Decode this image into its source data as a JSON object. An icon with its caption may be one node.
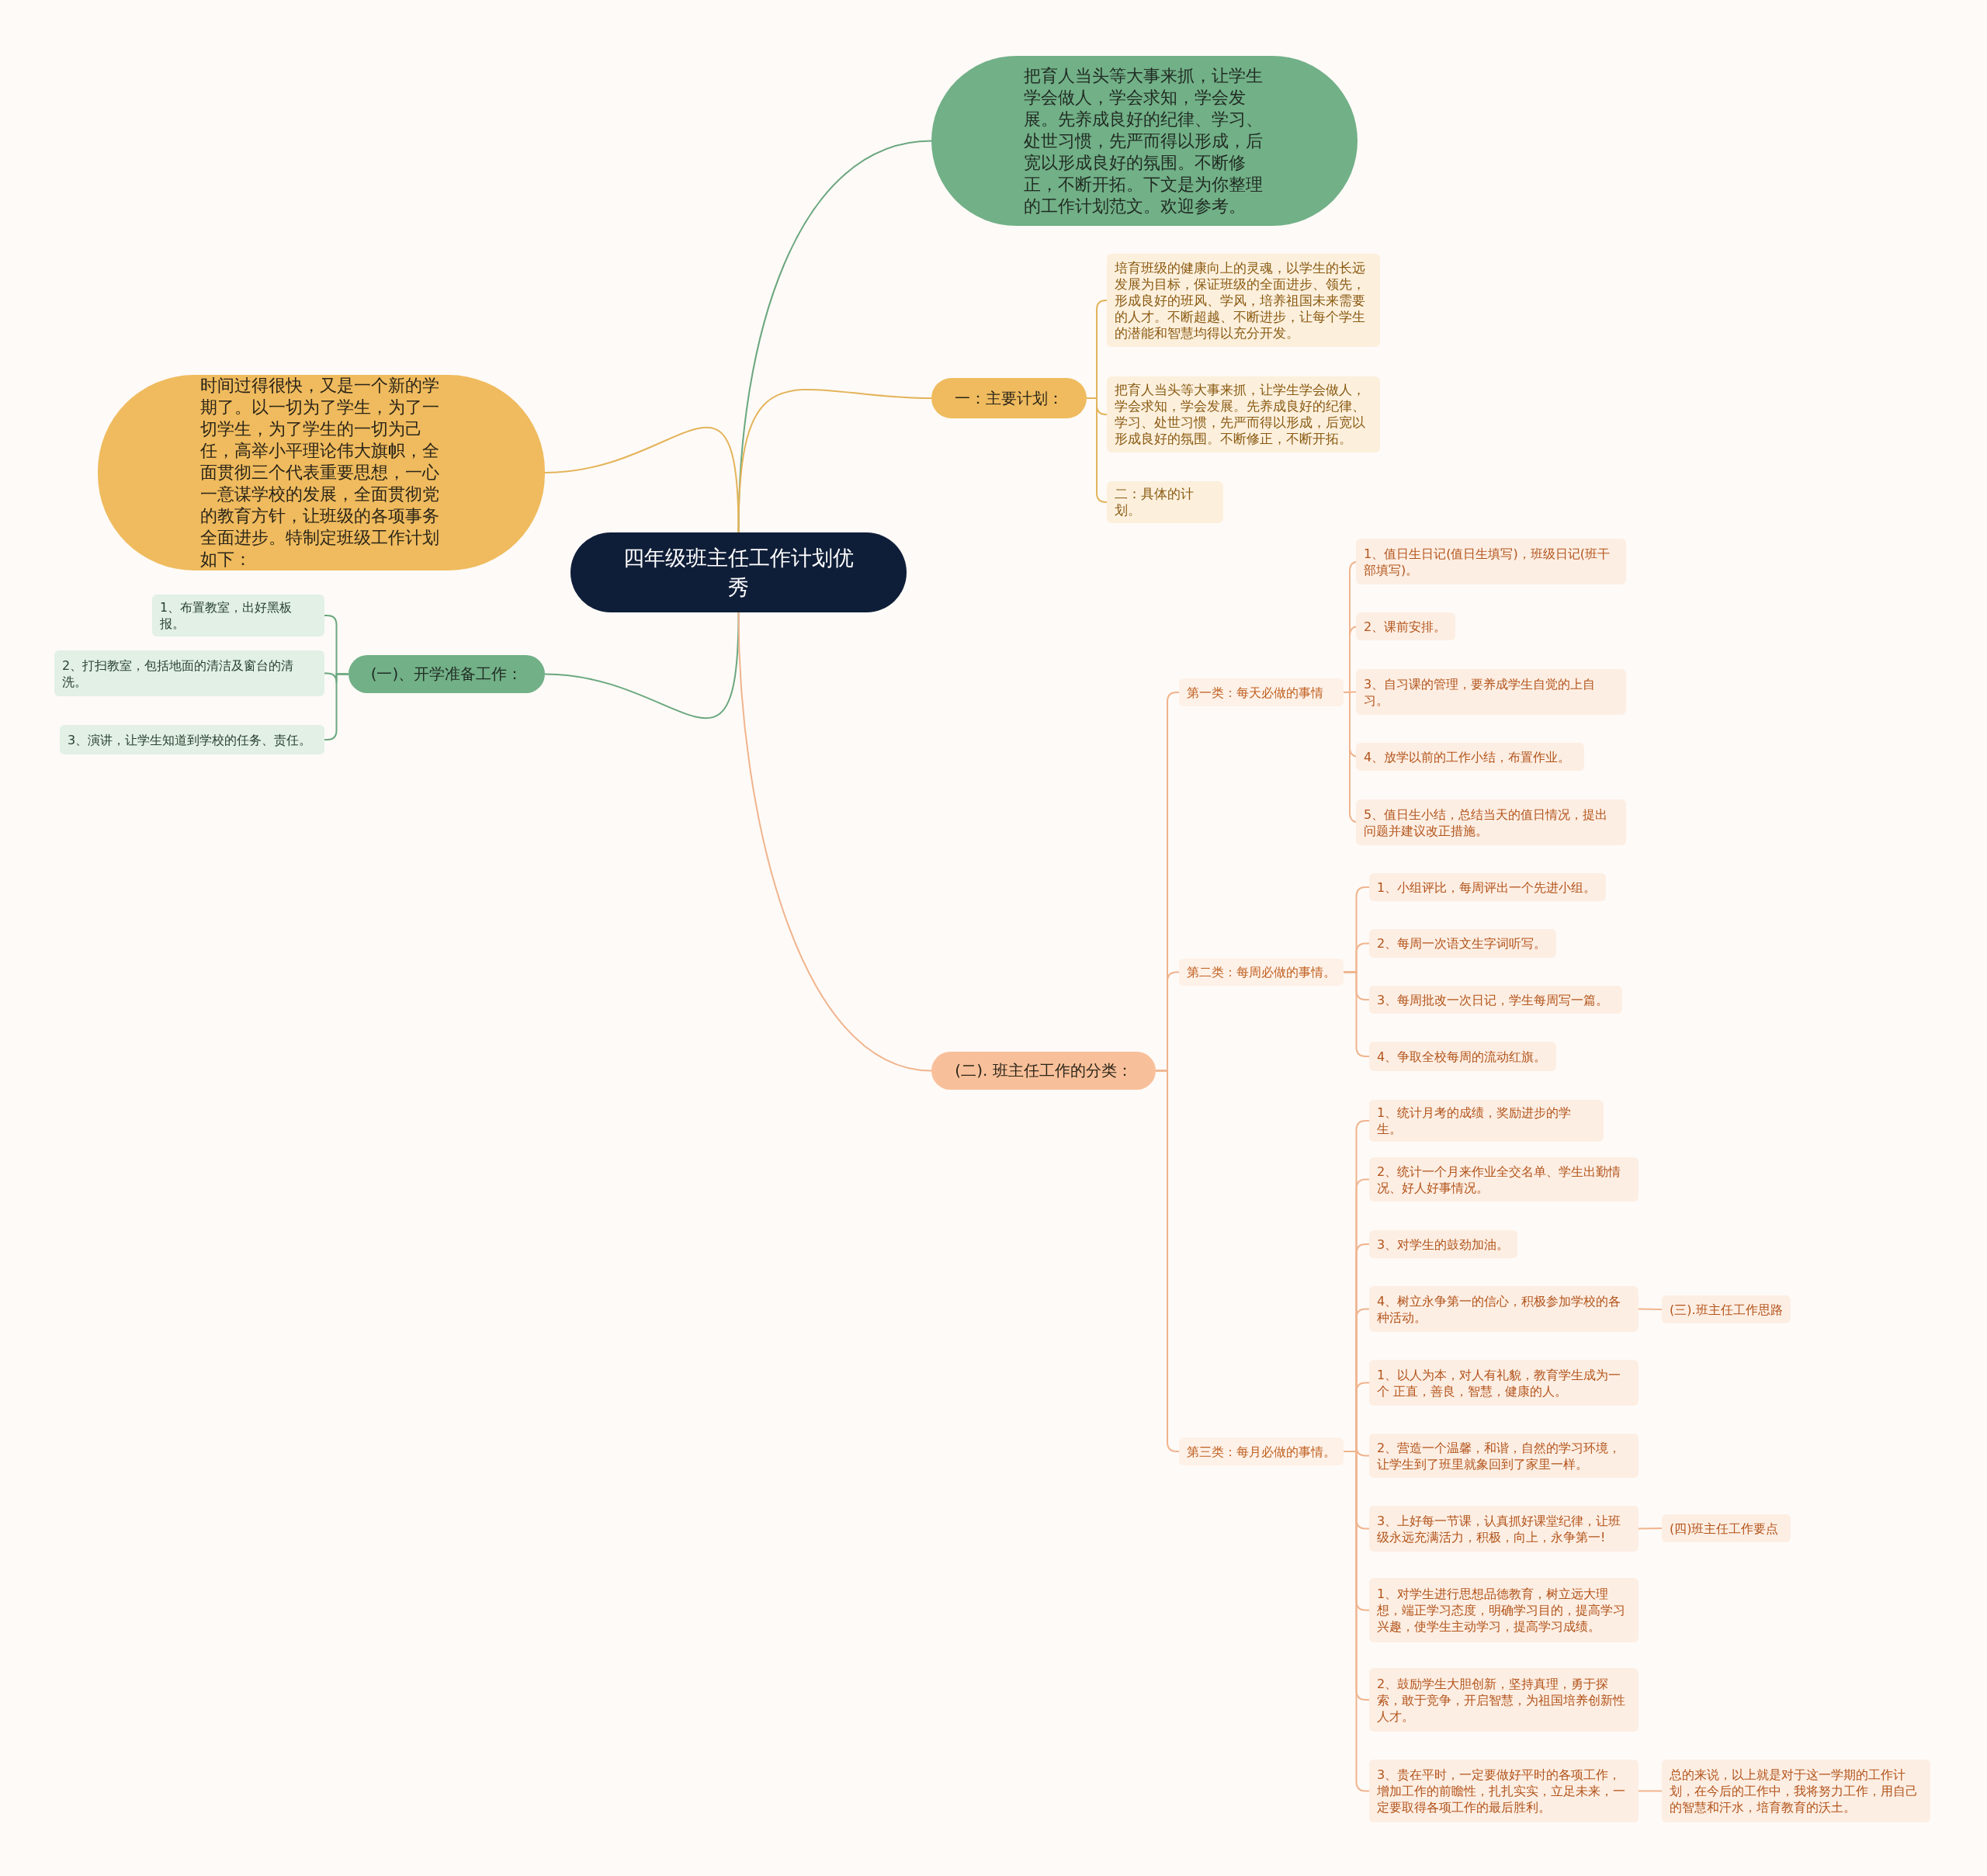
{
  "diagram": {
    "nodes": [
      {
        "text": [
          "四年级班主任工作计划优秀"
        ]
      },
      {
        "text": [
          "把育人当头等大事来抓，让学生学会做人，学会求知，学会发展。先养成良好的纪律、学习、处世习惯，先严而得以形成，后宽以形成良好的氛围。不断修正，不断开拓。下文是为你整理的工作计划范文。欢迎参考。"
        ]
      },
      {
        "text": [
          "一：主要计划："
        ]
      },
      {
        "text": [
          "培育班级的健康向上的灵魂，以学生的长远发展为目标，保证班级的全面进步、领先，形成良好的班风、学风，培养祖国未来需要的人才。不断超越、不断进步，让每个学生的潜能和智慧均得以充分开发。"
        ]
      },
      {
        "text": [
          "把育人当头等大事来抓，让学生学会做人，学会求知，学会发展。先养成良好的纪律、学习、处世习惯，先严而得以形成，后宽以形成良好的氛围。不断修正，不断开拓。"
        ]
      },
      {
        "text": [
          "二：具体的计划。"
        ]
      },
      {
        "text": [
          "时间过得很快，又是一个新的学期了。以一切为了学生，为了一切学生，为了学生的一切为己任，高举小平理论伟大旗帜，全面贯彻三个代表重要思想，一心一意谋学校的发展，全面贯彻党的教育方针，让班级的各项事务全面进步。特制定班级工作计划如下："
        ]
      },
      {
        "text": [
          "(一)、开学准备工作："
        ]
      },
      {
        "text": [
          "1、布置教室，出好黑板报。"
        ]
      },
      {
        "text": [
          "2、打扫教室，包括地面的清洁及窗台的清洗。"
        ]
      },
      {
        "text": [
          "3、演讲，让学生知道到学校的任务、责任。"
        ]
      },
      {
        "text": [
          "(二). 班主任工作的分类："
        ]
      },
      {
        "text": [
          "第一类：每天必做的事情"
        ]
      },
      {
        "text": [
          "1、值日生日记(值日生填写)，班级日记(班干部填写)。"
        ]
      },
      {
        "text": [
          "2、课前安排。"
        ]
      },
      {
        "text": [
          "3、自习课的管理，要养成学生自觉的上自习。"
        ]
      },
      {
        "text": [
          "4、放学以前的工作小结，布置作业。"
        ]
      },
      {
        "text": [
          "5、值日生小结，总结当天的值日情况，提出问题并建议改正措施。"
        ]
      },
      {
        "text": [
          "第二类：每周必做的事情。"
        ]
      },
      {
        "text": [
          "1、小组评比，每周评出一个先进小组。"
        ]
      },
      {
        "text": [
          "2、每周一次语文生字词听写。"
        ]
      },
      {
        "text": [
          "3、每周批改一次日记，学生每周写一篇。"
        ]
      },
      {
        "text": [
          "4、争取全校每周的流动红旗。"
        ]
      },
      {
        "text": [
          "第三类：每月必做的事情。"
        ]
      },
      {
        "text": [
          "1、统计月考的成绩，奖励进步的学生。"
        ]
      },
      {
        "text": [
          "2、统计一个月来作业全交名单、学生出勤情况、好人好事情况。"
        ]
      },
      {
        "text": [
          "3、对学生的鼓劲加油。"
        ]
      },
      {
        "text": [
          "4、树立永争第一的信心，积极参加学校的各种活动。"
        ]
      },
      {
        "text": [
          "(三).班主任工作思路"
        ]
      },
      {
        "text": [
          "1、以人为本，对人有礼貌，教育学生成为一个 正直，善良，智慧，健康的人。"
        ]
      },
      {
        "text": [
          "2、营造一个温馨，和谐，自然的学习环境，让学生到了班里就象回到了家里一样。"
        ]
      },
      {
        "text": [
          "3、上好每一节课，认真抓好课堂纪律，让班级永远充满活力，积极，向上，永争第一!"
        ]
      },
      {
        "text": [
          "(四)班主任工作要点"
        ]
      },
      {
        "text": [
          "1、对学生进行思想品德教育，树立远大理想，端正学习态度，明确学习目的，提高学习兴趣，使学生主动学习，提高学习成绩。"
        ]
      },
      {
        "text": [
          "2、鼓励学生大胆创新，坚持真理，勇于探索，敢于竞争，开启智慧，为祖国培养创新性人才。"
        ]
      },
      {
        "text": [
          "3、贵在平时，一定要做好平时的各项工作，增加工作的前瞻性，扎扎实实，立足未来，一定要取得各项工作的最后胜利。"
        ]
      },
      {
        "text": [
          "总的来说，以上就是对于这一学期的工作计划，在今后的工作中，我将努力工作，用自己的智慧和汗水，培育教育的沃土。"
        ]
      }
    ],
    "edges": [
      {
        "from": 0,
        "to": 1,
        "arrow": "none",
        "color": "#6aa77f"
      },
      {
        "from": 0,
        "to": 2,
        "arrow": "none",
        "color": "#e3b45a"
      },
      {
        "from": 2,
        "to": 3,
        "arrow": "none",
        "color": "#e3b45a"
      },
      {
        "from": 2,
        "to": 4,
        "arrow": "none",
        "color": "#e3b45a"
      },
      {
        "from": 2,
        "to": 5,
        "arrow": "none",
        "color": "#e3b45a"
      },
      {
        "from": 0,
        "to": 6,
        "arrow": "none",
        "color": "#e3b45a"
      },
      {
        "from": 0,
        "to": 7,
        "arrow": "none",
        "color": "#6aa77f"
      },
      {
        "from": 7,
        "to": 8,
        "arrow": "none",
        "color": "#6aa77f"
      },
      {
        "from": 7,
        "to": 9,
        "arrow": "none",
        "color": "#6aa77f"
      },
      {
        "from": 7,
        "to": 10,
        "arrow": "none",
        "color": "#6aa77f"
      },
      {
        "from": 0,
        "to": 11,
        "arrow": "none"
      },
      {
        "from": 11,
        "to": 12,
        "arrow": "none"
      },
      {
        "from": 12,
        "to": 13,
        "arrow": "none"
      },
      {
        "from": 12,
        "to": 14,
        "arrow": "none"
      },
      {
        "from": 12,
        "to": 15,
        "arrow": "none"
      },
      {
        "from": 12,
        "to": 16,
        "arrow": "none"
      },
      {
        "from": 12,
        "to": 17,
        "arrow": "none"
      },
      {
        "from": 11,
        "to": 18,
        "arrow": "none"
      },
      {
        "from": 18,
        "to": 19,
        "arrow": "none"
      },
      {
        "from": 18,
        "to": 20,
        "arrow": "none"
      },
      {
        "from": 18,
        "to": 21,
        "arrow": "none"
      },
      {
        "from": 18,
        "to": 22,
        "arrow": "none"
      },
      {
        "from": 11,
        "to": 23,
        "arrow": "none"
      },
      {
        "from": 23,
        "to": 24,
        "arrow": "none"
      },
      {
        "from": 23,
        "to": 25,
        "arrow": "none"
      },
      {
        "from": 23,
        "to": 26,
        "arrow": "none"
      },
      {
        "from": 23,
        "to": 27,
        "arrow": "none"
      },
      {
        "from": 27,
        "to": 28,
        "arrow": "none"
      },
      {
        "from": 23,
        "to": 29,
        "arrow": "none"
      },
      {
        "from": 23,
        "to": 30,
        "arrow": "none"
      },
      {
        "from": 23,
        "to": 31,
        "arrow": "none"
      },
      {
        "from": 31,
        "to": 32,
        "arrow": "none"
      },
      {
        "from": 23,
        "to": 33,
        "arrow": "none"
      },
      {
        "from": 23,
        "to": 34,
        "arrow": "none"
      },
      {
        "from": 23,
        "to": 35,
        "arrow": "none"
      },
      {
        "from": 35,
        "to": 36,
        "arrow": "none"
      }
    ]
  }
}
